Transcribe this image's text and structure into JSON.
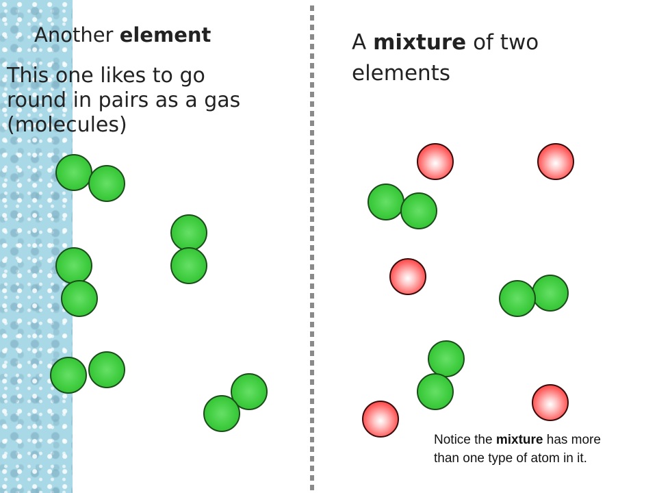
{
  "left": {
    "title_prefix": "Another",
    "title_bold": "element",
    "body_lines": [
      "This one likes to go",
      "round in pairs as a gas",
      "(molecules)"
    ]
  },
  "right": {
    "title_prefix": "A",
    "title_bold": "mixture",
    "title_line1_suffix": "of two",
    "title_line2": "elements",
    "note_before": "Notice the",
    "note_bold": "mixture",
    "note_after": "has more than one type of atom in it."
  },
  "colors": {
    "green_atom": "#3fcc3f",
    "red_atom": "#ff5e5e",
    "water_strip": "#a9d8e6",
    "divider": "#8a8a8a"
  }
}
